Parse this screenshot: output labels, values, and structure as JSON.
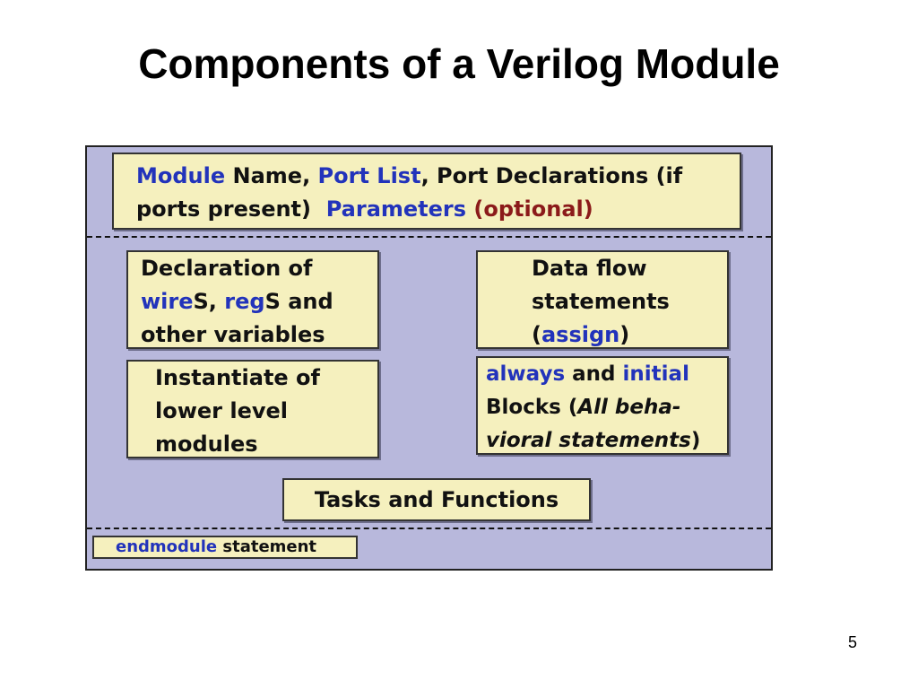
{
  "title": "Components of a Verilog Module",
  "page_number": "5",
  "header_box": {
    "line1": {
      "kw_module": "Module",
      "t_name": " Name, ",
      "kw_port_list": "Port List",
      "t_rest": ", Port Declarations (if"
    },
    "line2": {
      "t_ports": "ports present)  ",
      "kw_parameters": "Parameters",
      "t_space": " ",
      "opt_optional": "(optional)"
    }
  },
  "declaration_box": {
    "line1": "Declaration of",
    "line2": {
      "kw_wire": "wire",
      "t_s1": "S, ",
      "kw_reg": "reg",
      "t_s2": "S and"
    },
    "line3": "other variables"
  },
  "dataflow_box": {
    "line1": "Data flow",
    "line2": "statements",
    "line3": {
      "open": "(",
      "kw_assign": "assign",
      "close": ")"
    }
  },
  "instantiate_box": {
    "line1": "Instantiate of",
    "line2": "lower level",
    "line3": "modules"
  },
  "always_box": {
    "line1": {
      "kw_always": "always",
      "t_and": " and ",
      "kw_initial": "initial"
    },
    "line2": {
      "t_blocks": "Blocks (",
      "it_text": "All beha-"
    },
    "line3": {
      "it_text": "vioral statements",
      "close": ")"
    }
  },
  "tasks_box": {
    "label": "Tasks and Functions"
  },
  "endmodule_box": {
    "kw_endmodule": "endmodule",
    "t_statement": " statement"
  },
  "colors": {
    "background": "#ffffff",
    "diagram_fill": "#b8b8dc",
    "box_fill": "#f5f0be",
    "keyword": "#2233bb",
    "optional": "#8b1a1a"
  }
}
